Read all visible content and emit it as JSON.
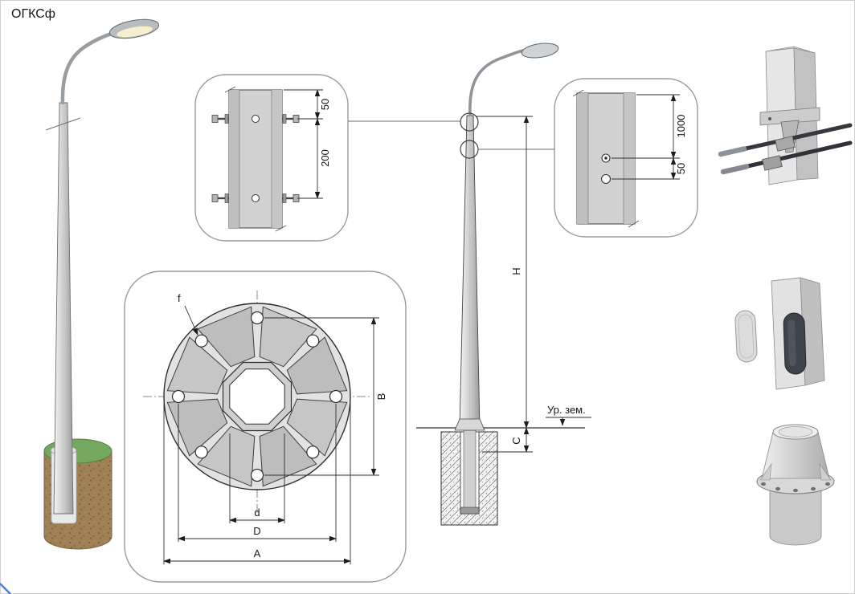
{
  "title": "ОГКСф",
  "callouts": {
    "bolt_detail": {
      "dim_edge": "50",
      "dim_spacing": "200"
    },
    "hole_detail": {
      "dim_height": "1000",
      "dim_offset": "50"
    },
    "flange_plan": {
      "dim_f": "f",
      "dim_B": "B",
      "dim_d": "d",
      "dim_D": "D",
      "dim_A": "A"
    }
  },
  "elevation": {
    "dim_H": "H",
    "dim_C": "C",
    "ground_label": "Ур. зем."
  },
  "colors": {
    "metal_light": "#e2e2e2",
    "metal_mid": "#c6c6c6",
    "line": "#2e2e2e",
    "soil_brown": "#a08055",
    "grass_green": "#74a85e"
  }
}
